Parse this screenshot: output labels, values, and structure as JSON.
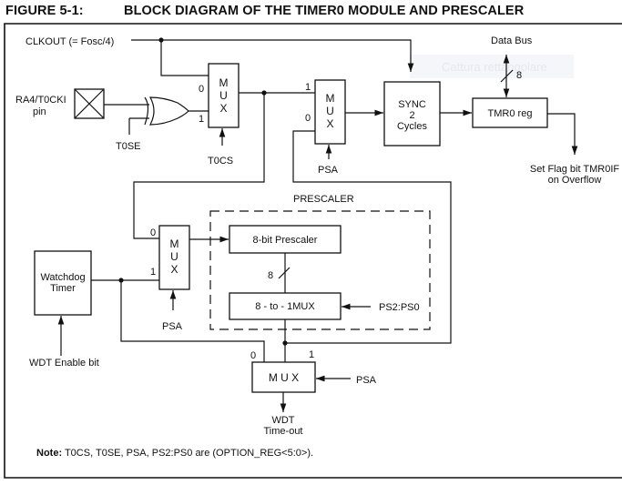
{
  "figure": {
    "number": "FIGURE 5-1:",
    "title": "BLOCK DIAGRAM OF THE TIMER0 MODULE AND PRESCALER"
  },
  "diagram": {
    "inputs": {
      "clkout": "CLKOUT (= Fosc/4)",
      "pin_line1": "RA4/T0CKI",
      "pin_line2": "pin",
      "t0se": "T0SE",
      "t0cs": "T0CS",
      "psa_top": "PSA",
      "psa_mid": "PSA",
      "psa_bottom": "PSA",
      "ps_select": "PS2:PS0",
      "wdt_enable": "WDT Enable bit",
      "data_bus": "Data Bus"
    },
    "blocks": {
      "mux1": {
        "letters": [
          "M",
          "U",
          "X"
        ],
        "in0": "0",
        "in1": "1"
      },
      "mux2": {
        "letters": [
          "M",
          "U",
          "X"
        ],
        "in0": "0",
        "in1": "1"
      },
      "mux3": {
        "letters": [
          "M",
          "U",
          "X"
        ],
        "in0": "0",
        "in1": "1"
      },
      "mux4": {
        "label": "M U X",
        "in0": "0",
        "in1": "1"
      },
      "sync_line1": "SYNC",
      "sync_line2": "2",
      "sync_line3": "Cycles",
      "tmr0": "TMR0 reg",
      "watchdog_line1": "Watchdog",
      "watchdog_line2": "Timer",
      "prescaler_group": "PRESCALER",
      "prescaler_8bit": "8-bit Prescaler",
      "mux_8to1": "8 - to - 1MUX"
    },
    "bus_widths": {
      "data_bus": "8",
      "prescaler_bus": "8"
    },
    "outputs": {
      "overflow_line1": "Set Flag bit TMR0IF",
      "overflow_line2": "on Overflow",
      "wdt_line1": "WDT",
      "wdt_line2": "Time-out"
    },
    "ghost_overlay": "Cattura rettangolare"
  },
  "note": {
    "label": "Note:",
    "text": " T0CS, T0SE, PSA, PS2:PS0 are (OPTION_REG<5:0>)."
  }
}
